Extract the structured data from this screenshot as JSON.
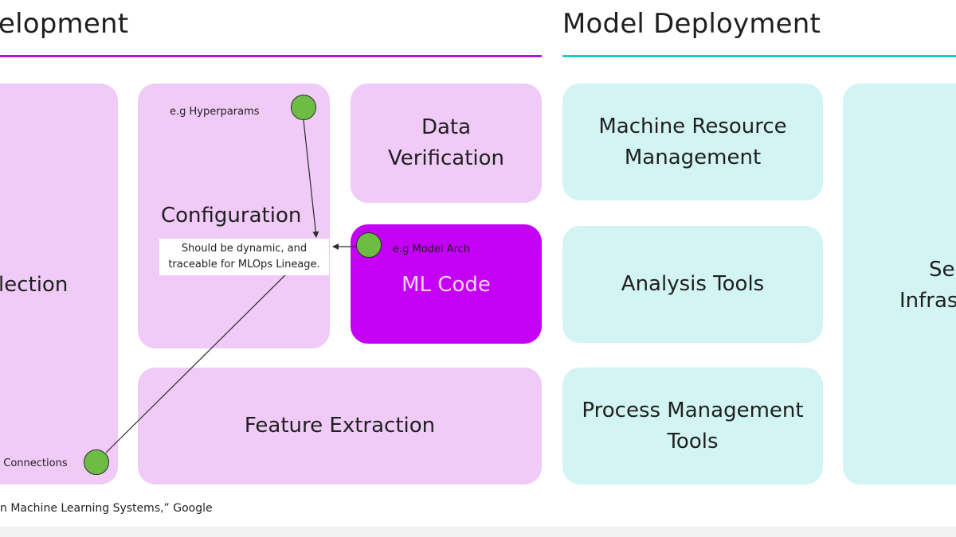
{
  "headings": {
    "left": "elopment",
    "right": "Model Deployment"
  },
  "colors": {
    "development_rule": "#b015e6",
    "deployment_rule": "#1fc9c4",
    "pink_box": "#f0cbf8",
    "teal_box": "#d2f4f2",
    "accent_box": "#c400f5",
    "dot": "#6dbd45"
  },
  "boxes": {
    "collection": "lection",
    "configuration": "Configuration",
    "data_verification": "Data\nVerification",
    "ml_code": "ML Code",
    "feature_extraction": "Feature Extraction",
    "machine_resource": "Machine Resource\nManagement",
    "analysis_tools": "Analysis Tools",
    "process_management": "Process Management\nTools",
    "serving_line1": "Se",
    "serving_line2": "Infras"
  },
  "annotations": {
    "hyperparams": "e.g Hyperparams",
    "model_arch": "e.g Model Arch",
    "connections": ", Connections",
    "callout": "Should be dynamic, and\ntraceable for MLOps Lineage."
  },
  "footer": {
    "source": "n Machine Learning Systems,” Google"
  }
}
